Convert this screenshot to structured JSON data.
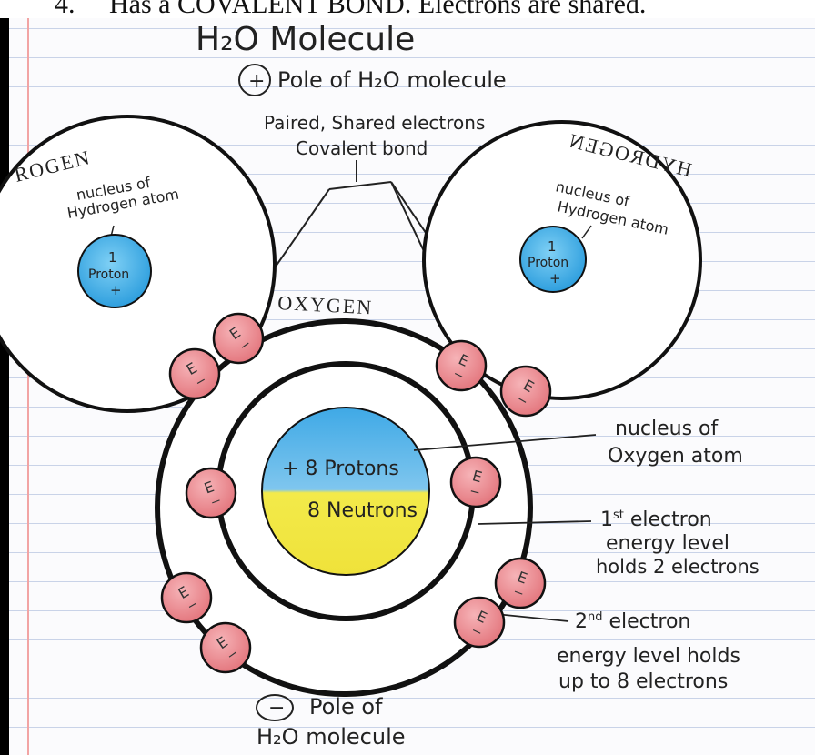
{
  "header": {
    "number": "4.",
    "text": "Has a COVALENT BOND. Electrons are shared."
  },
  "title": "H₂O Molecule",
  "positive_pole": {
    "symbol": "+",
    "label": "Pole of H₂O molecule"
  },
  "covalent_label": {
    "line1": "Paired, Shared electrons",
    "line2": "Covalent bond"
  },
  "hydrogen_left": {
    "name": "HYDROGEN",
    "visible_name": "ROGEN",
    "nucleus_label_line1": "nucleus of",
    "nucleus_label_line2": "Hydrogen atom",
    "proton_count": "1",
    "proton_word": "Proton",
    "proton_sign": "+"
  },
  "hydrogen_right": {
    "name": "HYDROGEN",
    "nucleus_label_line1": "nucleus of",
    "nucleus_label_line2": "Hydrogen atom",
    "proton_count": "1",
    "proton_word": "Proton",
    "proton_sign": "+"
  },
  "oxygen": {
    "name": "OXYGEN",
    "protons": "+ 8 Protons",
    "neutrons": "8 Neutrons"
  },
  "annotations": {
    "nucleus_oxygen_line1": "nucleus of",
    "nucleus_oxygen_line2": "Oxygen atom",
    "first_level_line1": "1st electron",
    "first_level_sup": "st",
    "first_level_line2": "energy level",
    "first_level_line3": "holds 2 electrons",
    "second_level_line1": "2nd electron",
    "second_level_line2": "energy level holds",
    "second_level_line3": "up to 8 electrons"
  },
  "negative_pole": {
    "symbol": "−",
    "label_line1": "Pole of",
    "label_line2": "H₂O molecule"
  },
  "electron_label": "E",
  "electron_sign": "−",
  "colors": {
    "electron_fill": "#ef8f95",
    "nucleus_blue": "#3fa9e6",
    "nucleus_yellow": "#f3ea4a",
    "ink": "#111111"
  }
}
